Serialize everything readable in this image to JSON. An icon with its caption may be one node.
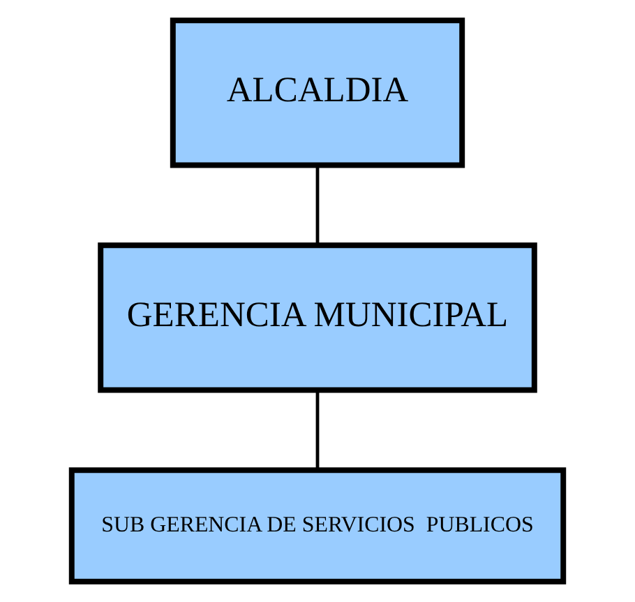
{
  "diagram": {
    "nodes": [
      {
        "text": [
          "ALCALDIA"
        ]
      },
      {
        "text": [
          "GERENCIA MUNICIPAL"
        ]
      },
      {
        "text": [
          "SUB GERENCIA DE SERVICIOS  PUBLICOS"
        ]
      }
    ],
    "edges": [
      {
        "from": 0,
        "to": 1,
        "arrow": "none"
      },
      {
        "from": 1,
        "to": 2,
        "arrow": "none"
      }
    ]
  }
}
